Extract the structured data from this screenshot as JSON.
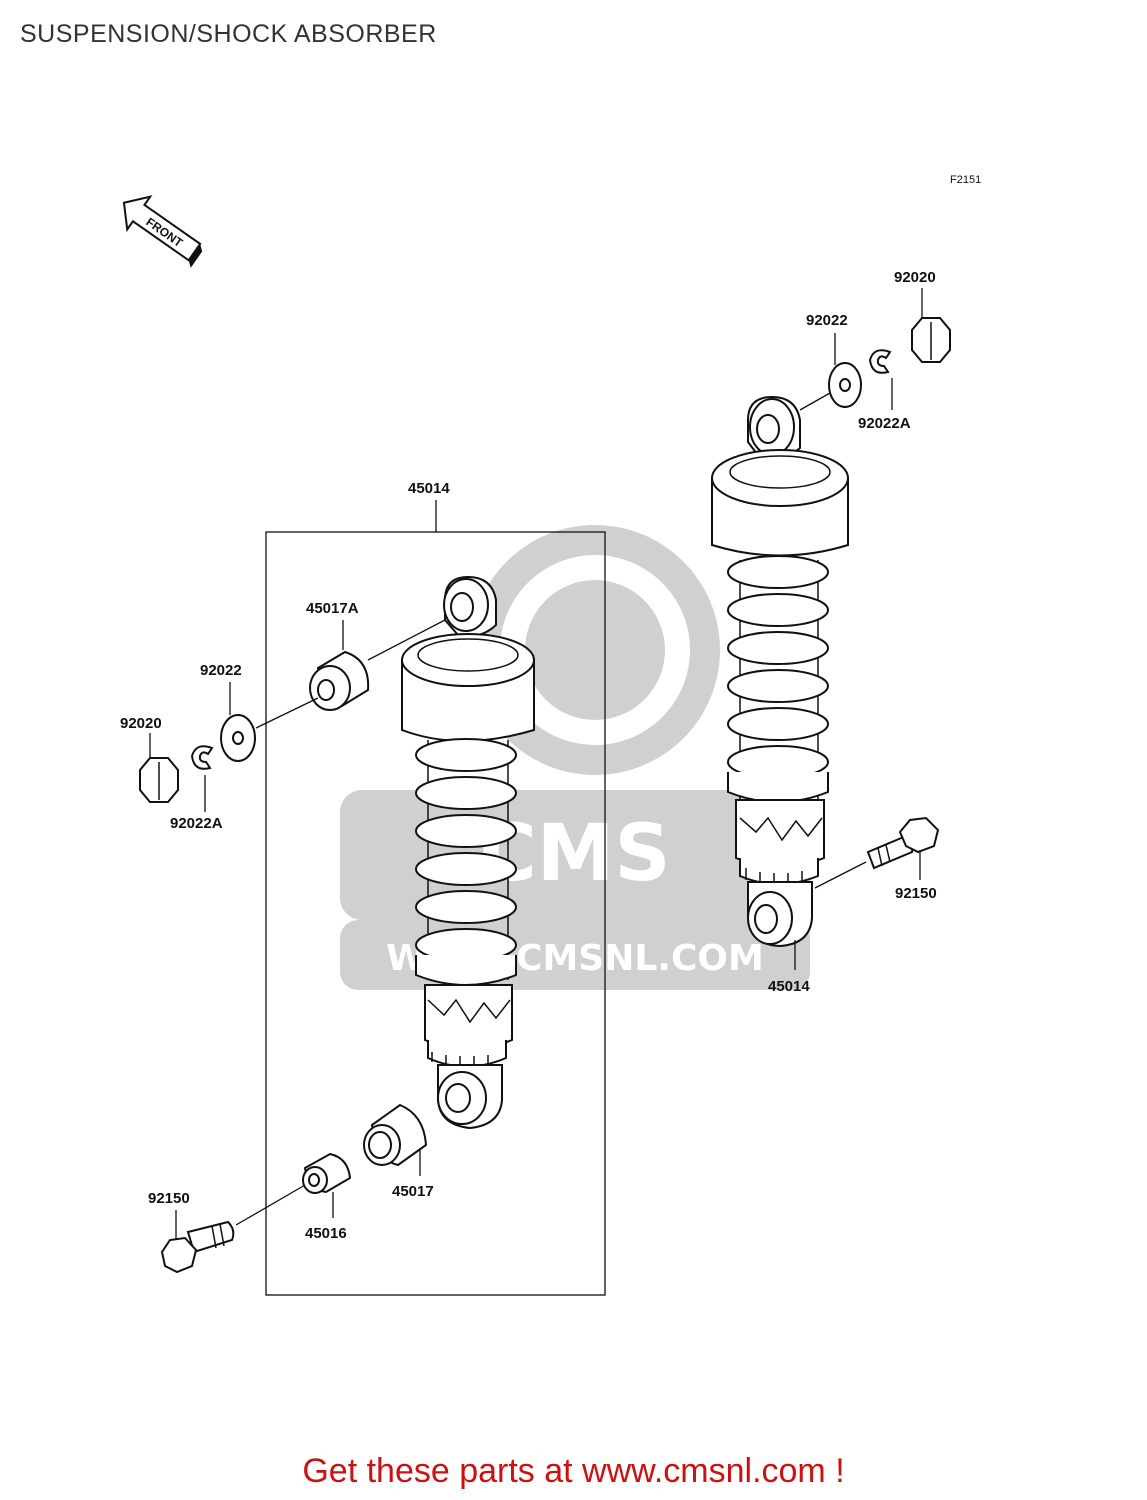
{
  "page": {
    "title": "SUSPENSION/SHOCK ABSORBER",
    "footer": "Get these parts at www.cmsnl.com !"
  },
  "diagram": {
    "figure_code": "F2151",
    "front_label": "FRONT",
    "watermark": {
      "logo_text": "CMS",
      "url_text": "WWW.CMSNL.COM"
    },
    "callouts": {
      "assembly_main": "45014",
      "assembly_right": "45014",
      "bushing_upper": "45017A",
      "bushing_lower": "45017",
      "collar": "45016",
      "bolt_left": "92150",
      "bolt_right": "92150",
      "washer_left": "92022",
      "washer_right": "92022",
      "nut_left": "92020",
      "nut_right": "92020",
      "clip_left": "92022A",
      "clip_right": "92022A"
    }
  },
  "colors": {
    "footer": "#cc1111",
    "watermark": "#d0d0d0",
    "line": "#111111"
  }
}
